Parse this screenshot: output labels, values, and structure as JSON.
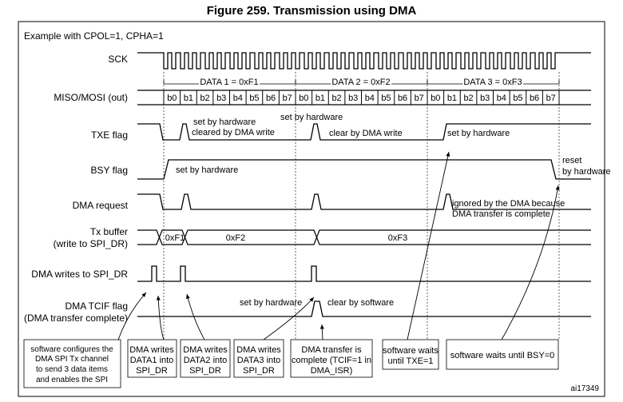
{
  "title": "Figure 259. Transmission using DMA",
  "subtitle": "Example with CPOL=1, CPHA=1",
  "figure_id": "ai17349",
  "signals": {
    "sck": "SCK",
    "miso_mosi": "MISO/MOSI (out)",
    "txe": "TXE flag",
    "bsy": "BSY flag",
    "dma_request": "DMA request",
    "tx_buffer_line1": "Tx buffer",
    "tx_buffer_line2": "(write to SPI_DR)",
    "dma_writes": "DMA writes to SPI_DR",
    "tcif_line1": "DMA TCIF flag",
    "tcif_line2": "(DMA transfer complete)"
  },
  "data_words": [
    "DATA 1 = 0xF1",
    "DATA 2 = 0xF2",
    "DATA 3 = 0xF3"
  ],
  "bits": [
    "b0",
    "b1",
    "b2",
    "b3",
    "b4",
    "b5",
    "b6",
    "b7"
  ],
  "tx_buffer_values": [
    "0xF1",
    "0xF2",
    "0xF3"
  ],
  "annotations": {
    "txe_set_1": "set by hardware",
    "txe_cleared_1": "cleared by DMA write",
    "txe_set_2": "set by hardware",
    "txe_clear_2": "clear by DMA write",
    "txe_set_3": "set by hardware",
    "bsy_set": "set by hardware",
    "bsy_reset_1": "reset",
    "bsy_reset_2": "by hardware",
    "dma_ignored_1": "ignored by the DMA because",
    "dma_ignored_2": "DMA transfer is complete",
    "tcif_set": "set by hardware",
    "tcif_clear": "clear by software"
  },
  "notes": [
    [
      "software configures the",
      "DMA SPI Tx channel",
      "to send 3 data items",
      "and enables the SPI"
    ],
    [
      "DMA writes",
      "DATA1 into",
      "SPI_DR"
    ],
    [
      "DMA writes",
      "DATA2 into",
      "SPI_DR"
    ],
    [
      "DMA writes",
      "DATA3 into",
      "SPI_DR"
    ],
    [
      "DMA transfer is",
      "complete (TCIF=1 in",
      "DMA_ISR)"
    ],
    [
      "software waits",
      "until TXE=1"
    ],
    [
      "software waits until BSY=0"
    ]
  ]
}
